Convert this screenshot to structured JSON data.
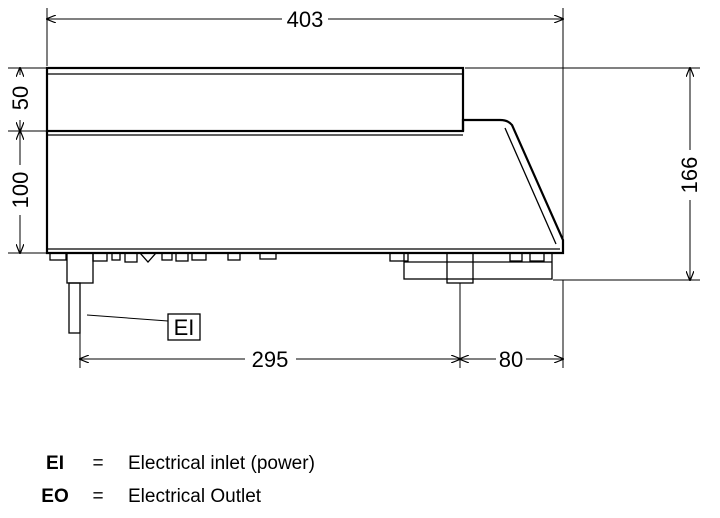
{
  "dimensions": {
    "overall_width": "403",
    "top_section_height": "50",
    "body_height": "100",
    "total_height": "166",
    "inlet_distance": "295",
    "rear_offset": "80"
  },
  "callouts": {
    "electrical_inlet": "EI"
  },
  "legend": [
    {
      "code": "EI",
      "eq": "=",
      "desc": "Electrical inlet (power)"
    },
    {
      "code": "EO",
      "eq": "=",
      "desc": "Electrical Outlet"
    }
  ]
}
